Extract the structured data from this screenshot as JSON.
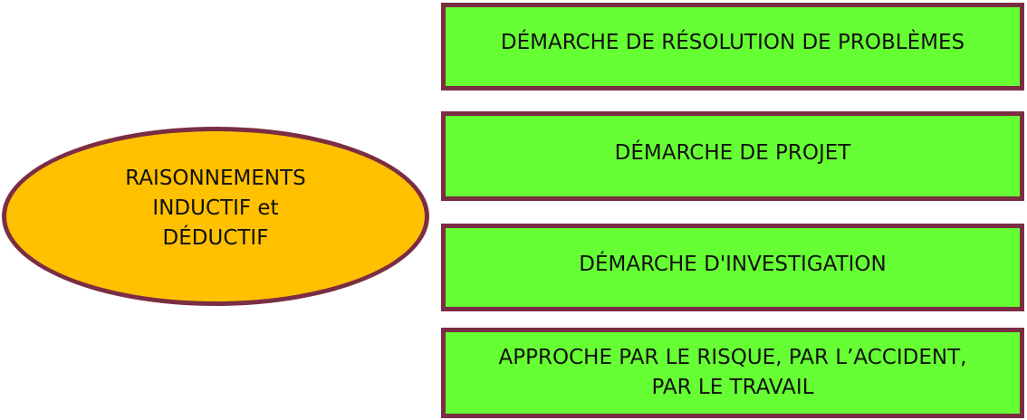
{
  "diagram": {
    "center_node": {
      "label": "RAISONNEMENTS\nINDUCTIF et\nDÉDUCTIF",
      "fill": "#ffc000",
      "border": "#7b2d43"
    },
    "approaches": [
      {
        "label": "DÉMARCHE DE RÉSOLUTION DE PROBLÈMES"
      },
      {
        "label": "DÉMARCHE DE PROJET"
      },
      {
        "label": "DÉMARCHE D'INVESTIGATION"
      },
      {
        "label": "APPROCHE PAR LE RISQUE, PAR L’ACCIDENT,\nPAR LE TRAVAIL"
      }
    ],
    "box_fill": "#66ff33",
    "box_border": "#7b2d43"
  }
}
